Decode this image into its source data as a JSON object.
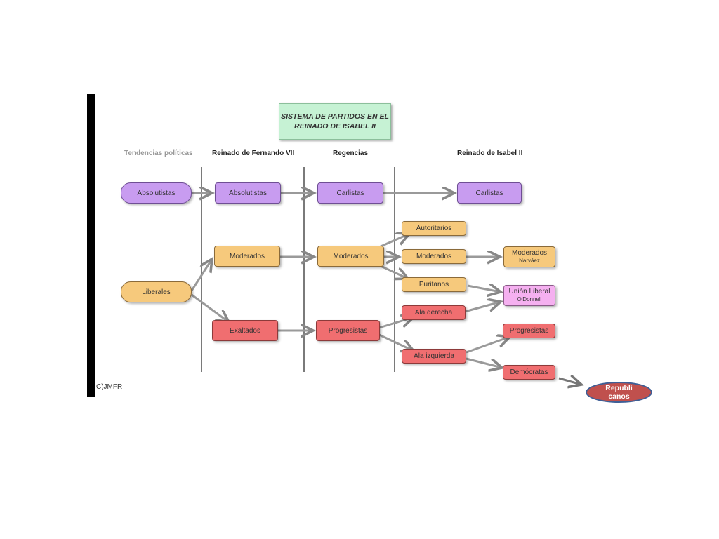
{
  "title": {
    "line1": "SISTEMA DE PARTIDOS EN EL",
    "line2": "REINADO DE ISABEL II"
  },
  "columns": {
    "tendencias": "Tendencias políticas",
    "fernando": "Reinado de Fernando VII",
    "regencias": "Regencias",
    "isabel": "Reinado de Isabel II"
  },
  "nodes": {
    "absolutistas_t": "Absolutistas",
    "liberales": "Liberales",
    "absolutistas_f": "Absolutistas",
    "moderados_f": "Moderados",
    "exaltados": "Exaltados",
    "carlistas_r": "Carlistas",
    "moderados_r": "Moderados",
    "progresistas_r": "Progresistas",
    "carlistas_i": "Carlistas",
    "autoritarios": "Autoritarios",
    "moderados_i": "Moderados",
    "puritanos": "Puritanos",
    "ala_derecha": "Ala derecha",
    "ala_izquierda": "Ala izquierda",
    "moderados_narvaez": {
      "line1": "Moderados",
      "line2": "Narváez"
    },
    "union_liberal": {
      "line1": "Unión Liberal",
      "line2": "O'Donnell"
    },
    "progresistas_final": "Progresistas",
    "democratas": "Demócratas"
  },
  "copyright": "C)JMFR",
  "republicanos": {
    "line1": "Republi",
    "line2": "canos"
  },
  "colors": {
    "absolutist": "#c89cf0",
    "moderate": "#f6c97c",
    "progressive": "#f06e70",
    "union_liberal": "#f5b0f0",
    "title_box": "#c6f2d4",
    "republicanos": "#c0504d"
  }
}
